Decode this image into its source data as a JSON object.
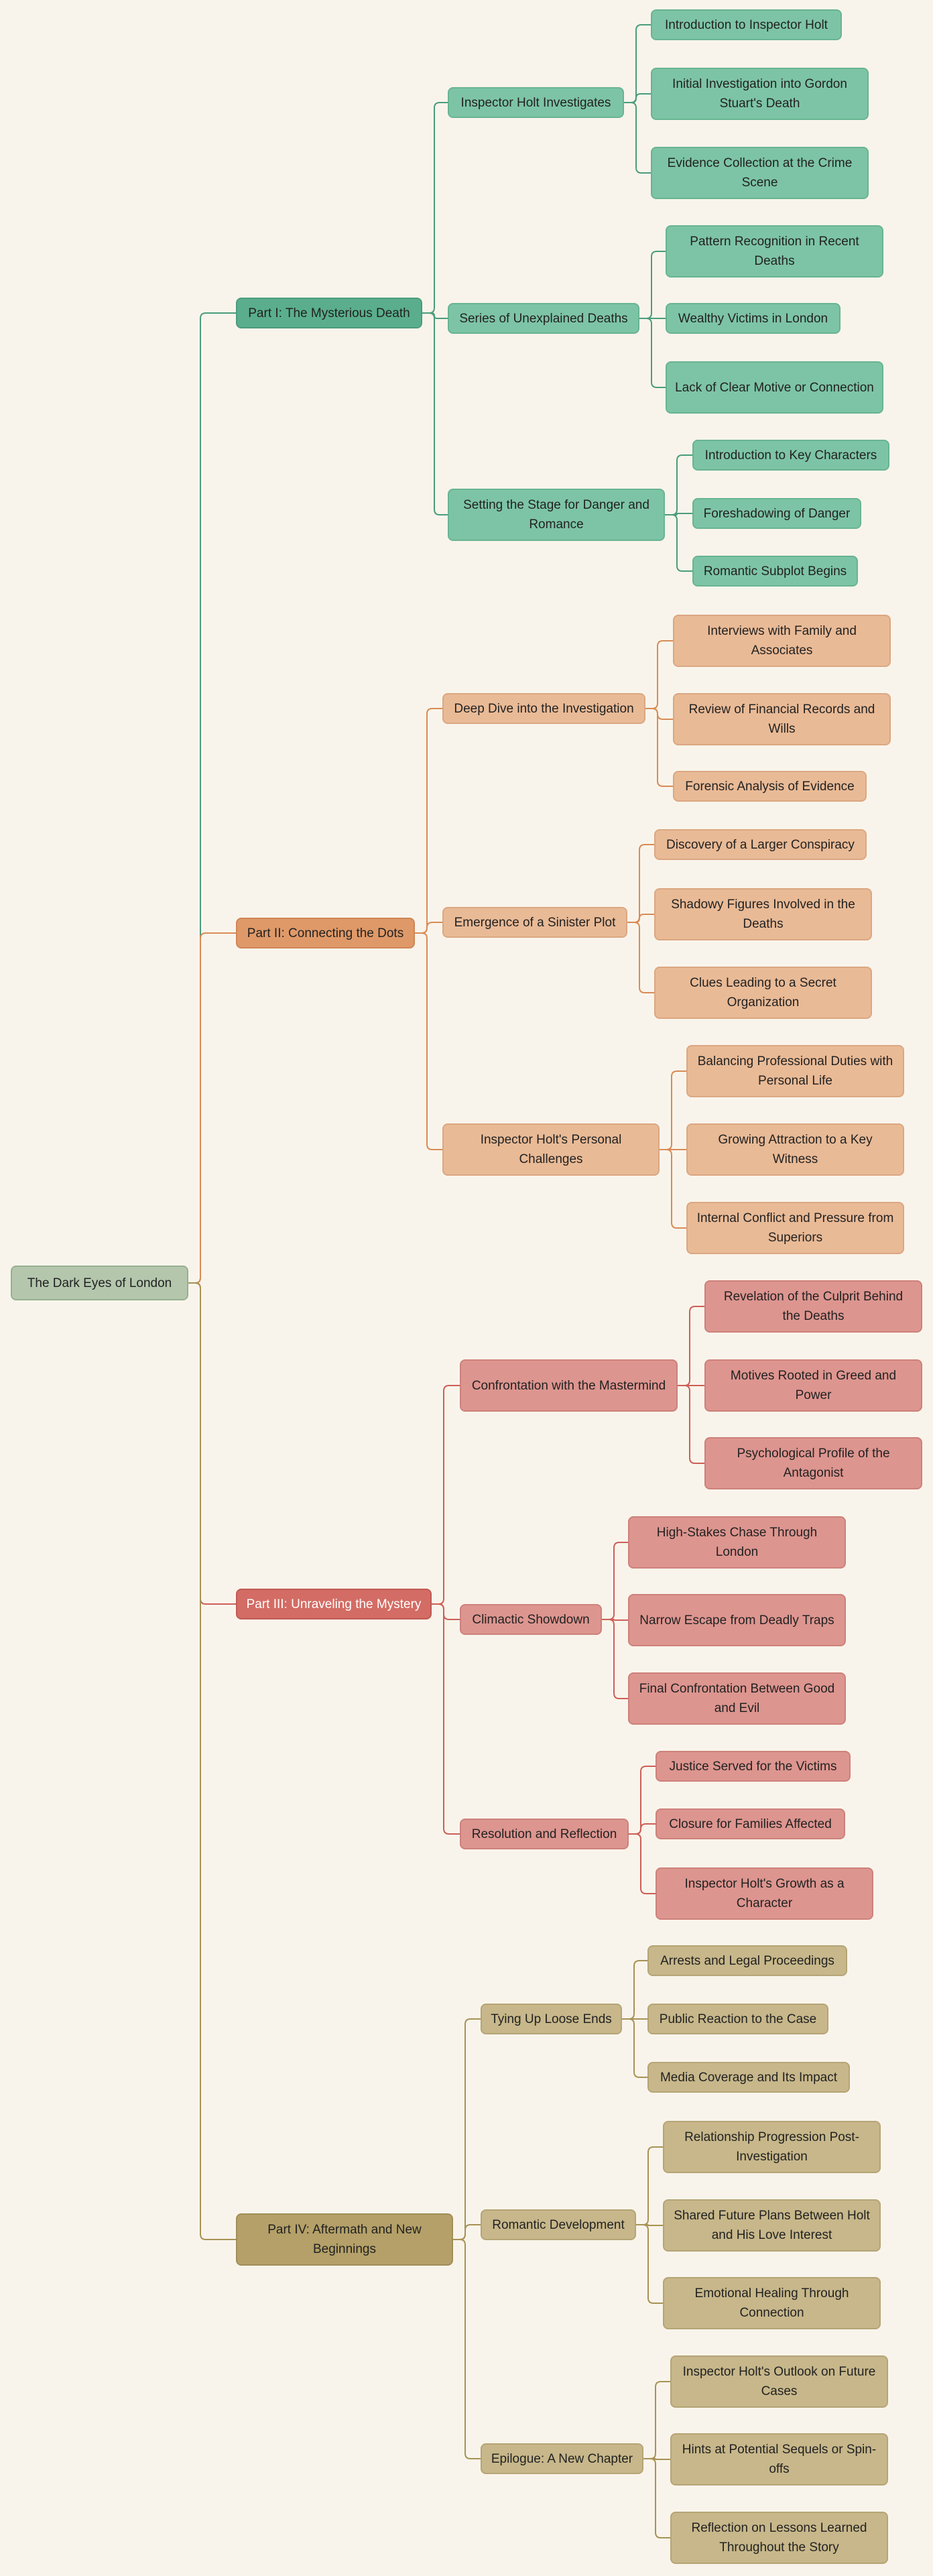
{
  "colors": {
    "background": "#f9f4eb",
    "root": "#b4c7ad",
    "part1": "#5aae8d",
    "part2": "#df9968",
    "part3": "#d36c64",
    "part4": "#b4a068"
  },
  "root": {
    "label": "The Dark Eyes of London"
  },
  "parts": [
    {
      "label": "Part I: The Mysterious Death",
      "sections": [
        {
          "label": "Inspector Holt Investigates",
          "items": [
            "Introduction to Inspector Holt",
            "Initial Investigation into Gordon Stuart's Death",
            "Evidence Collection at the Crime Scene"
          ]
        },
        {
          "label": "Series of Unexplained Deaths",
          "items": [
            "Pattern Recognition in Recent Deaths",
            "Wealthy Victims in London",
            "Lack of Clear Motive or Connection"
          ]
        },
        {
          "label": "Setting the Stage for Danger and Romance",
          "items": [
            "Introduction to Key Characters",
            "Foreshadowing of Danger",
            "Romantic Subplot Begins"
          ]
        }
      ]
    },
    {
      "label": "Part II: Connecting the Dots",
      "sections": [
        {
          "label": "Deep Dive into the Investigation",
          "items": [
            "Interviews with Family and Associates",
            "Review of Financial Records and Wills",
            "Forensic Analysis of Evidence"
          ]
        },
        {
          "label": "Emergence of a Sinister Plot",
          "items": [
            "Discovery of a Larger Conspiracy",
            "Shadowy Figures Involved in the Deaths",
            "Clues Leading to a Secret Organization"
          ]
        },
        {
          "label": "Inspector Holt's Personal Challenges",
          "items": [
            "Balancing Professional Duties with Personal Life",
            "Growing Attraction to a Key Witness",
            "Internal Conflict and Pressure from Superiors"
          ]
        }
      ]
    },
    {
      "label": "Part III: Unraveling the Mystery",
      "sections": [
        {
          "label": "Confrontation with the Mastermind",
          "items": [
            "Revelation of the Culprit Behind the Deaths",
            "Motives Rooted in Greed and Power",
            "Psychological Profile of the Antagonist"
          ]
        },
        {
          "label": "Climactic Showdown",
          "items": [
            "High-Stakes Chase Through London",
            "Narrow Escape from Deadly Traps",
            "Final Confrontation Between Good and Evil"
          ]
        },
        {
          "label": "Resolution and Reflection",
          "items": [
            "Justice Served for the Victims",
            "Closure for Families Affected",
            "Inspector Holt's Growth as a Character"
          ]
        }
      ]
    },
    {
      "label": "Part IV: Aftermath and New Beginnings",
      "sections": [
        {
          "label": "Tying Up Loose Ends",
          "items": [
            "Arrests and Legal Proceedings",
            "Public Reaction to the Case",
            "Media Coverage and Its Impact"
          ]
        },
        {
          "label": "Romantic Development",
          "items": [
            "Relationship Progression Post-Investigation",
            "Shared Future Plans Between Holt and His Love Interest",
            "Emotional Healing Through Connection"
          ]
        },
        {
          "label": "Epilogue: A New Chapter",
          "items": [
            "Inspector Holt's Outlook on Future Cases",
            "Hints at Potential Sequels or Spin-offs",
            "Reflection on Lessons Learned Throughout the Story"
          ]
        }
      ]
    }
  ]
}
